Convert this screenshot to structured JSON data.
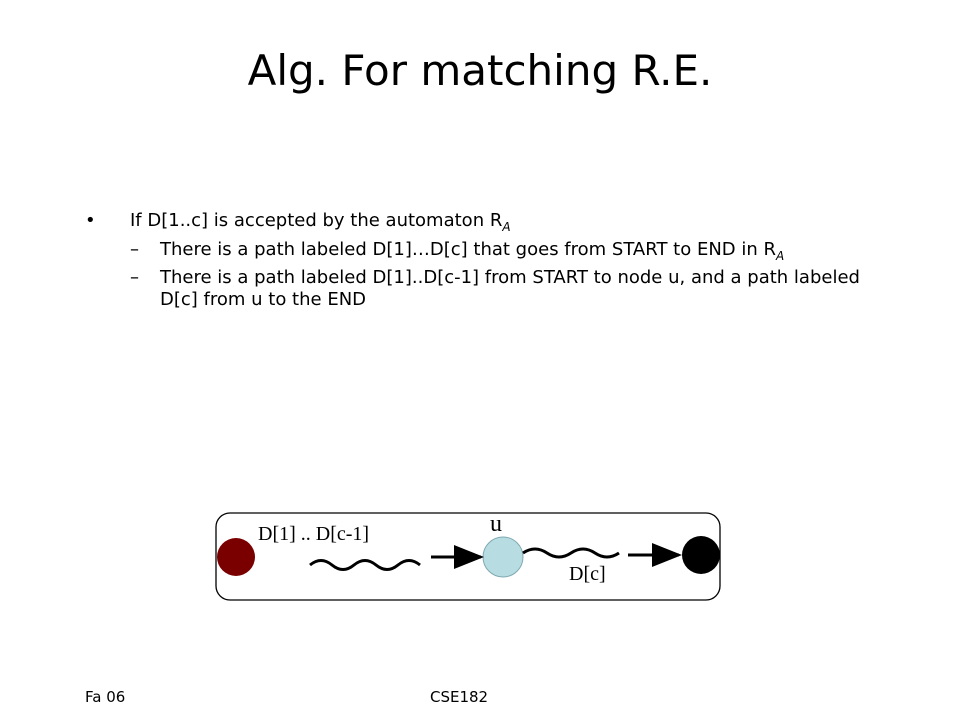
{
  "slide": {
    "title": "Alg. For matching R.E."
  },
  "bullets": {
    "b1_text": "If D[1..c] is accepted by the automaton R",
    "b1_sub": "A",
    "b1_mark": "•",
    "dash": "–",
    "s1_text": "There is a path labeled D[1]…D[c] that goes from START to END in R",
    "s1_sub": "A",
    "s2_text": "There is a path labeled D[1]..D[c-1] from START to node u, and a path labeled D[c] from u to the END"
  },
  "diagram": {
    "label_prefix": "D[1] .. D[c-1]",
    "label_node": "u",
    "label_last": "D[c]",
    "colors": {
      "start": "#7a0000",
      "middle": "#b7dde3",
      "end": "#000000",
      "frame": "#000000"
    }
  },
  "footer": {
    "left": "Fa 06",
    "center": "CSE182"
  }
}
